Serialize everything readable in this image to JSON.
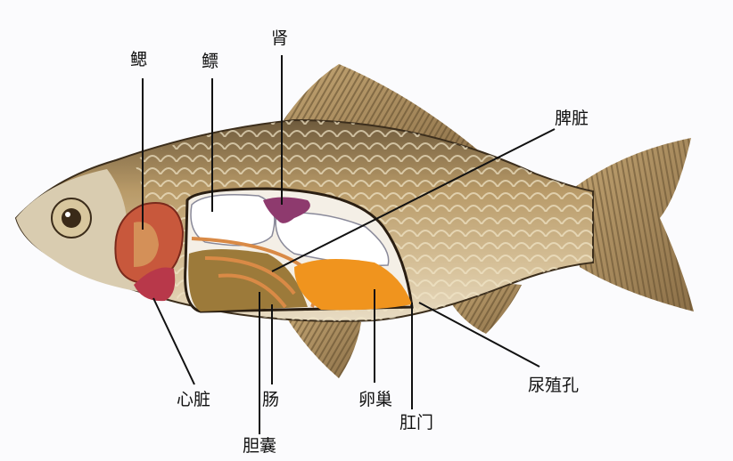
{
  "diagram": {
    "subject": "fish internal anatomy",
    "labels": {
      "gill": "鳃",
      "swim_bladder": "鳔",
      "kidney": "肾",
      "spleen": "脾脏",
      "heart": "心脏",
      "gallbladder": "胆囊",
      "intestine": "肠",
      "ovary": "卵巢",
      "anus": "肛门",
      "urogenital_pore": "尿殖孔"
    },
    "colors": {
      "background": "#fbfbfd",
      "body": "#c9ac7a",
      "back": "#8a7350",
      "fin": "#b8996a",
      "gill": "#c0533a",
      "swim_bladder": "#ffffff",
      "kidney": "#8e3a6e",
      "ovary": "#f0941e",
      "intestine": "#c97a3a",
      "gut_mass": "#9c7a3a",
      "leader_line": "#111111"
    }
  }
}
